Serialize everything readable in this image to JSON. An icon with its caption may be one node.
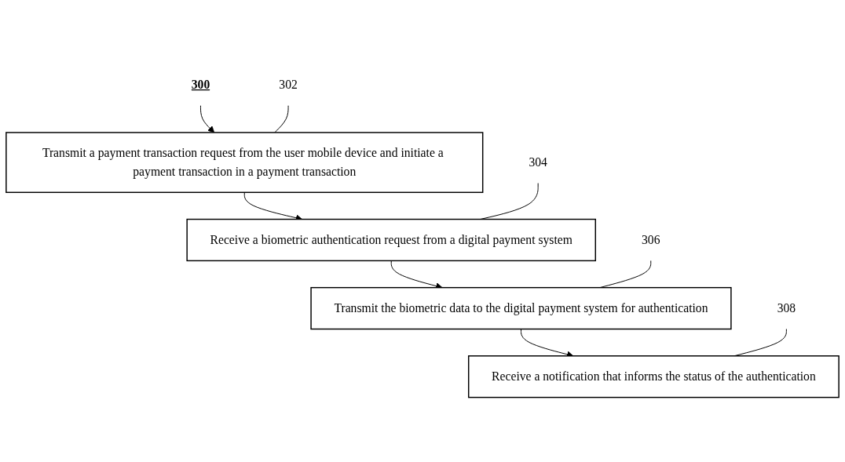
{
  "diagram": {
    "nodes": [
      {
        "text": [
          "300"
        ]
      },
      {
        "text": [
          "Transmit a payment transaction request from the user mobile device and initiate a payment transaction in a payment transaction"
        ]
      },
      {
        "text": [
          "302"
        ]
      },
      {
        "text": [
          "Receive a biometric authentication request from a digital payment system"
        ]
      },
      {
        "text": [
          "304"
        ]
      },
      {
        "text": [
          "Transmit the biometric data to the digital payment system for authentication"
        ]
      },
      {
        "text": [
          "306"
        ]
      },
      {
        "text": [
          "Receive a notification that informs the status of the authentication"
        ]
      },
      {
        "text": [
          "308"
        ]
      }
    ],
    "edges": [
      {
        "from": 0,
        "to": 1,
        "arrow": "to"
      },
      {
        "from": 2,
        "to": 1,
        "arrow": "none"
      },
      {
        "from": 1,
        "to": 3,
        "arrow": "to"
      },
      {
        "from": 4,
        "to": 3,
        "arrow": "none"
      },
      {
        "from": 3,
        "to": 5,
        "arrow": "to"
      },
      {
        "from": 6,
        "to": 5,
        "arrow": "none"
      },
      {
        "from": 5,
        "to": 7,
        "arrow": "to"
      },
      {
        "from": 8,
        "to": 7,
        "arrow": "none"
      }
    ]
  }
}
